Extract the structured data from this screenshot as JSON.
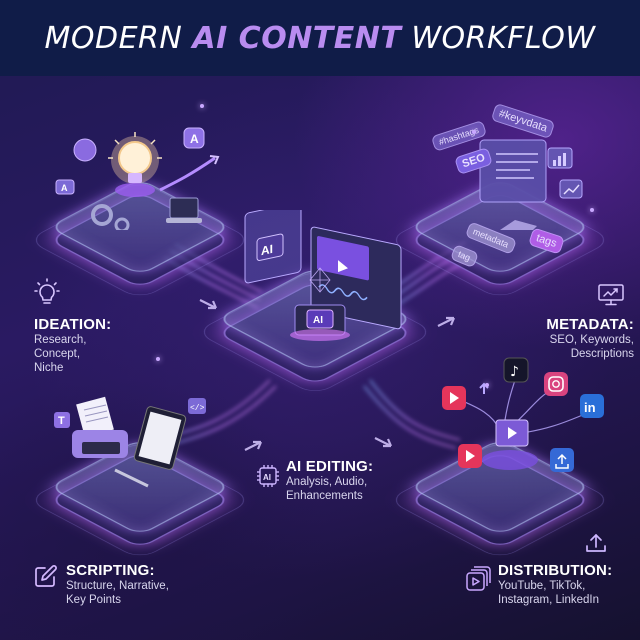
{
  "header": {
    "title_pre": "MODERN ",
    "title_accent": "AI CONTENT",
    "title_post": " WORKFLOW"
  },
  "colors": {
    "header_bg": "#101c48",
    "accent": "#b98cf0",
    "background_top": "#2a1a62",
    "background_bottom": "#15112f",
    "glow": "#c77dff"
  },
  "stages": [
    {
      "id": "ideation",
      "title": "IDEATION:",
      "lines": [
        "Research,",
        "Concept,",
        "Niche"
      ],
      "icon": "lightbulb-icon",
      "illustration": {
        "items": [
          "lightbulb",
          "brain-bubble",
          "A-bubble",
          "A-card",
          "gears",
          "laptop",
          "arrow-up-right"
        ]
      }
    },
    {
      "id": "metadata",
      "title": "METADATA:",
      "lines": [
        "SEO, Keywords,",
        "Descriptions"
      ],
      "icon": "monitor-chart-icon",
      "illustration": {
        "chips": [
          "#hashtags",
          "SEO",
          "#keyvdata",
          "metadata",
          "tag",
          "tags"
        ]
      }
    },
    {
      "id": "ai-editing",
      "title": "AI EDITING:",
      "lines": [
        "Analysis, Audio,",
        "Enhancements"
      ],
      "icon": "ai-chip-icon",
      "illustration": {
        "chip_labels": [
          "AI",
          "AI"
        ],
        "items": [
          "video-player",
          "audio-waveform",
          "processor"
        ]
      }
    },
    {
      "id": "scripting",
      "title": "SCRIPTING:",
      "lines": [
        "Structure, Narrative,",
        "Key Points"
      ],
      "icon": "edit-pencil-icon",
      "illustration": {
        "items": [
          "typewriter",
          "tablet",
          "pen",
          "T-bubble",
          "code-bubble"
        ]
      }
    },
    {
      "id": "distribution",
      "title": "DISTRIBUTION:",
      "lines": [
        "YouTube, TikTok,",
        "Instagram, LinkedIn"
      ],
      "icon": "video-stack-icon",
      "extra_icon": "upload-icon",
      "illustration": {
        "platforms": [
          "YouTube",
          "TikTok",
          "Instagram",
          "LinkedIn"
        ],
        "linkedin_label": "in"
      }
    }
  ]
}
